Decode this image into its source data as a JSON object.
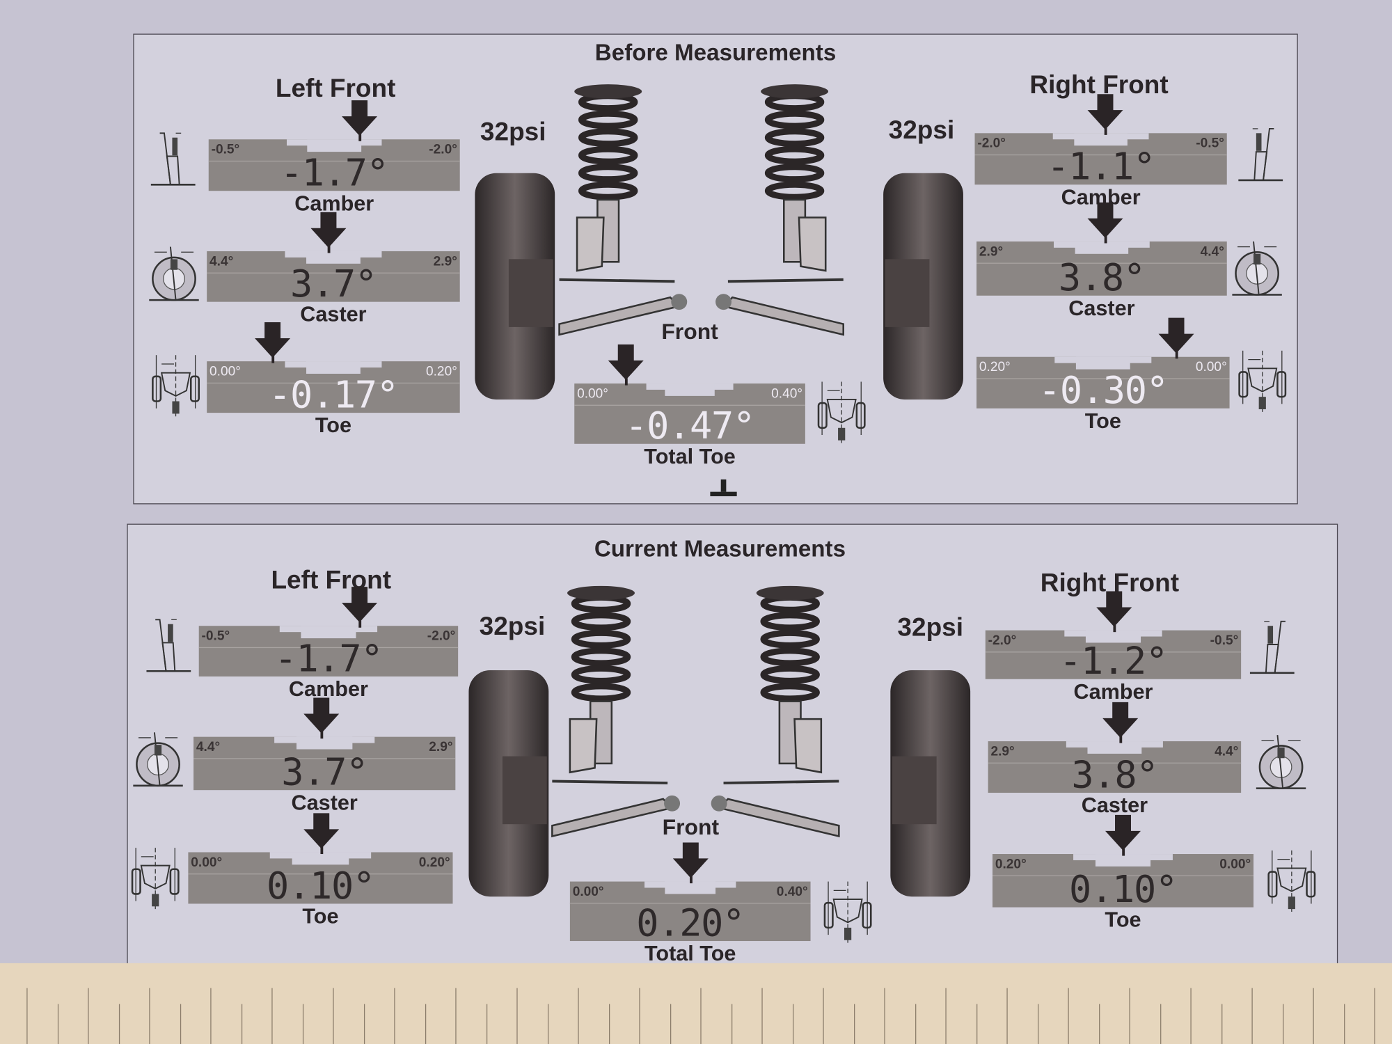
{
  "panels": [
    {
      "title": "Before Measurements",
      "left": {
        "title": "Left Front",
        "pressure": "32psi",
        "camber": {
          "label": "Camber",
          "value": "-1.7°",
          "min": "-0.5°",
          "max": "-2.0°"
        },
        "caster": {
          "label": "Caster",
          "value": "3.7°",
          "min": "4.4°",
          "max": "2.9°"
        },
        "toe": {
          "label": "Toe",
          "value": "-0.17°",
          "min": "0.00°",
          "max": "0.20°"
        }
      },
      "right": {
        "title": "Right Front",
        "pressure": "32psi",
        "camber": {
          "label": "Camber",
          "value": "-1.1°",
          "min": "-2.0°",
          "max": "-0.5°"
        },
        "caster": {
          "label": "Caster",
          "value": "3.8°",
          "min": "2.9°",
          "max": "4.4°"
        },
        "toe": {
          "label": "Toe",
          "value": "-0.30°",
          "min": "0.20°",
          "max": "0.00°"
        }
      },
      "front_label": "Front",
      "total_toe": {
        "label": "Total Toe",
        "value": "-0.47°",
        "min": "0.00°",
        "max": "0.40°"
      }
    },
    {
      "title": "Current Measurements",
      "left": {
        "title": "Left Front",
        "pressure": "32psi",
        "camber": {
          "label": "Camber",
          "value": "-1.7°",
          "min": "-0.5°",
          "max": "-2.0°"
        },
        "caster": {
          "label": "Caster",
          "value": "3.7°",
          "min": "4.4°",
          "max": "2.9°"
        },
        "toe": {
          "label": "Toe",
          "value": "0.10°",
          "min": "0.00°",
          "max": "0.20°"
        }
      },
      "right": {
        "title": "Right Front",
        "pressure": "32psi",
        "camber": {
          "label": "Camber",
          "value": "-1.2°",
          "min": "-2.0°",
          "max": "-0.5°"
        },
        "caster": {
          "label": "Caster",
          "value": "3.8°",
          "min": "2.9°",
          "max": "4.4°"
        },
        "toe": {
          "label": "Toe",
          "value": "0.10°",
          "min": "0.20°",
          "max": "0.00°"
        }
      },
      "front_label": "Front",
      "total_toe": {
        "label": "Total Toe",
        "value": "0.20°",
        "min": "0.00°",
        "max": "0.40°"
      }
    }
  ],
  "colors": {
    "paper": "#c6c3d2",
    "panel": "#d3d1dd",
    "gauge": "#8b8684",
    "ruler": "#e6d6bd"
  }
}
